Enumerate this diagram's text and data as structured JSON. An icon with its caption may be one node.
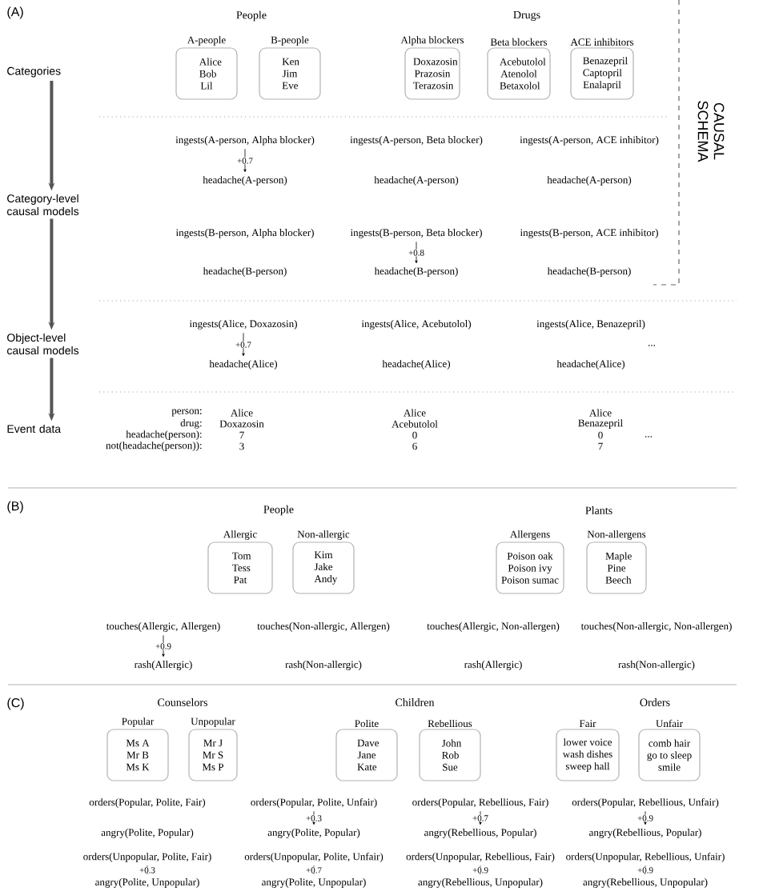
{
  "diagram": {
    "nodes": [
      {
        "text": [
          "Categories"
        ]
      },
      {
        "text": [
          "A-people",
          "Alice Bob Lil"
        ]
      },
      {
        "text": [
          "B-people",
          "Ken Jim Eve"
        ]
      },
      {
        "text": [
          "Alpha blockers",
          "Doxazosin Prazosin Terazosin"
        ]
      },
      {
        "text": [
          "Beta blockers",
          "Acebutolol Atenolol Betaxolol"
        ]
      },
      {
        "text": [
          "ACE inhibitors",
          "Benazepril Captopril Enalapril"
        ]
      },
      {
        "text": [
          "ingests(A-person, Alpha blocker)"
        ]
      },
      {
        "text": [
          "ingests(A-person, Beta blocker)"
        ]
      },
      {
        "text": [
          "ingests(A-person, ACE inhibitor)"
        ]
      },
      {
        "text": [
          "headache(A-person)"
        ]
      },
      {
        "text": [
          "headache(A-person)"
        ]
      },
      {
        "text": [
          "headache(A-person)"
        ]
      },
      {
        "text": [
          "Category-level causal models"
        ]
      },
      {
        "text": [
          "ingests(B-person, Alpha blocker)"
        ]
      },
      {
        "text": [
          "ingests(B-person, Beta blocker)"
        ]
      },
      {
        "text": [
          "ingests(B-person, ACE inhibitor)"
        ]
      },
      {
        "text": [
          "headache(B-person)"
        ]
      },
      {
        "text": [
          "headache(B-person)"
        ]
      },
      {
        "text": [
          "headache(B-person)"
        ]
      },
      {
        "text": [
          "Object-level causal models"
        ]
      },
      {
        "text": [
          "ingests(Alice, Doxazosin)"
        ]
      },
      {
        "text": [
          "ingests(Alice, Acebutolol)"
        ]
      },
      {
        "text": [
          "ingests(Alice, Benazepril)"
        ]
      },
      {
        "text": [
          "headache(Alice)"
        ]
      },
      {
        "text": [
          "headache(Alice)"
        ]
      },
      {
        "text": [
          "headache(Alice)"
        ]
      },
      {
        "text": [
          "Event data"
        ]
      },
      {
        "text": [
          "Allergic",
          "Tom Tess Pat"
        ]
      },
      {
        "text": [
          "Non-allergic",
          "Kim Jake Andy"
        ]
      },
      {
        "text": [
          "Allergens",
          "Poison oak Poison ivy Poison sumac"
        ]
      },
      {
        "text": [
          "Non-allergens",
          "Maple Pine Beech"
        ]
      },
      {
        "text": [
          "touches(Allergic, Allergen)"
        ]
      },
      {
        "text": [
          "touches(Non-allergic, Allergen)"
        ]
      },
      {
        "text": [
          "touches(Allergic, Non-allergen)"
        ]
      },
      {
        "text": [
          "touches(Non-allergic, Non-allergen)"
        ]
      },
      {
        "text": [
          "rash(Allergic)"
        ]
      },
      {
        "text": [
          "rash(Non-allergic)"
        ]
      },
      {
        "text": [
          "rash(Allergic)"
        ]
      },
      {
        "text": [
          "rash(Non-allergic)"
        ]
      },
      {
        "text": [
          "Popular",
          "Ms A Mr B Ms K"
        ]
      },
      {
        "text": [
          "Unpopular",
          "Mr J Mr S Ms P"
        ]
      },
      {
        "text": [
          "Polite",
          "Dave Jane Kate"
        ]
      },
      {
        "text": [
          "Rebellious",
          "John Rob Sue"
        ]
      },
      {
        "text": [
          "Fair",
          "lower voice wash dishes sweep hall"
        ]
      },
      {
        "text": [
          "Unfair",
          "comb hair go to sleep smile"
        ]
      },
      {
        "text": [
          "orders(Popular, Polite, Fair)"
        ]
      },
      {
        "text": [
          "orders(Popular, Polite, Unfair)"
        ]
      },
      {
        "text": [
          "orders(Popular, Rebellious, Fair)"
        ]
      },
      {
        "text": [
          "orders(Popular, Rebellious, Unfair)"
        ]
      },
      {
        "text": [
          "angry(Polite, Popular)"
        ]
      },
      {
        "text": [
          "angry(Polite, Popular)"
        ]
      },
      {
        "text": [
          "angry(Rebellious, Popular)"
        ]
      },
      {
        "text": [
          "angry(Rebellious, Popular)"
        ]
      },
      {
        "text": [
          "orders(Unpopular, Polite, Fair)"
        ]
      },
      {
        "text": [
          "orders(Unpopular, Polite, Unfair)"
        ]
      },
      {
        "text": [
          "orders(Unpopular, Rebellious, Fair)"
        ]
      },
      {
        "text": [
          "orders(Unpopular, Rebellious, Unfair)"
        ]
      },
      {
        "text": [
          "angry(Polite, Unpopular)"
        ]
      },
      {
        "text": [
          "angry(Polite, Unpopular)"
        ]
      },
      {
        "text": [
          "angry(Rebellious, Unpopular)"
        ]
      },
      {
        "text": [
          "angry(Rebellious, Unpopular)"
        ]
      }
    ],
    "edges": [
      {
        "from": 0,
        "to": 12,
        "arrow": "to",
        "style": "thick",
        "color": "#555555"
      },
      {
        "from": 12,
        "to": 19,
        "arrow": "to",
        "style": "thick",
        "color": "#555555"
      },
      {
        "from": 19,
        "to": 26,
        "arrow": "to",
        "style": "thick",
        "color": "#555555"
      },
      {
        "from": 6,
        "to": 9,
        "arrow": "to",
        "label": "+0.7"
      },
      {
        "from": 14,
        "to": 17,
        "arrow": "to",
        "label": "+0.8"
      },
      {
        "from": 20,
        "to": 23,
        "arrow": "to",
        "label": "+0.7"
      },
      {
        "from": 31,
        "to": 35,
        "arrow": "to",
        "label": "+0.9"
      },
      {
        "from": 46,
        "to": 50,
        "arrow": "to",
        "label": "+0.3"
      },
      {
        "from": 47,
        "to": 51,
        "arrow": "to",
        "label": "+0.7"
      },
      {
        "from": 48,
        "to": 52,
        "arrow": "to",
        "label": "+0.9"
      },
      {
        "from": 53,
        "to": 57,
        "arrow": "to",
        "label": "+0.3"
      },
      {
        "from": 54,
        "to": 58,
        "arrow": "to",
        "label": "+0.7"
      },
      {
        "from": 55,
        "to": 59,
        "arrow": "to",
        "label": "+0.9"
      },
      {
        "from": 56,
        "to": 60,
        "arrow": "to",
        "label": "+0.9"
      }
    ],
    "labels": [
      "(A)",
      "People",
      "Drugs",
      "CAUSAL SCHEMA",
      "...",
      "person:",
      "Alice",
      "Alice",
      "Alice",
      "drug:",
      "Doxazosin",
      "Acebutolol",
      "Benazepril",
      "headache(person):",
      "7",
      "0",
      "0",
      "...",
      "not(headache(person)):",
      "3",
      "6",
      "7",
      "(B)",
      "People",
      "Plants",
      "(C)",
      "Counselors",
      "Children",
      "Orders"
    ]
  }
}
